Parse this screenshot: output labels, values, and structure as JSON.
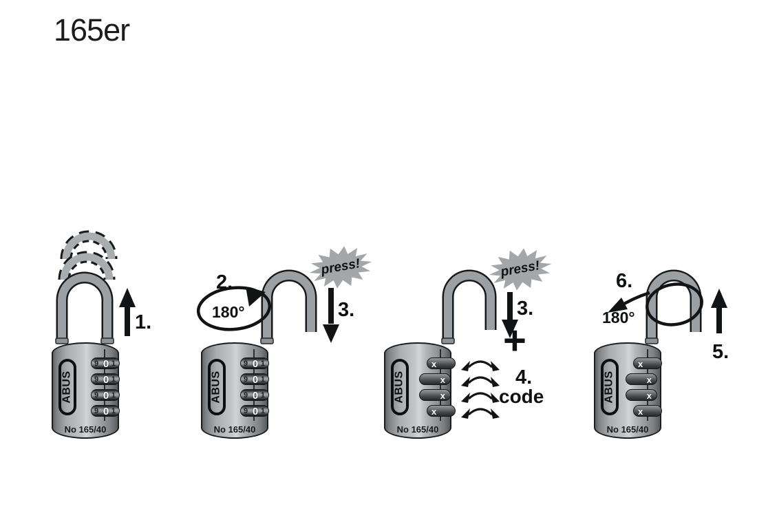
{
  "title": "165er",
  "brand": "ABUS",
  "model": "No 165/40",
  "dial": {
    "left_digit": "9",
    "center_digit": "0",
    "right_digit": "1",
    "set_mark": "x"
  },
  "labels": {
    "step1": "1.",
    "step2": "2.",
    "step3": "3.",
    "step4": "4.",
    "step5": "5.",
    "step6": "6.",
    "rotate": "180°",
    "press": "press!",
    "plus": "+",
    "code": "code"
  },
  "colors": {
    "shackle": "#9aa0a3",
    "body_metal": "#b4b8ba",
    "ink": "#111315",
    "press_burst": "#a3a7a9",
    "dial_mark": "#ffffff"
  }
}
